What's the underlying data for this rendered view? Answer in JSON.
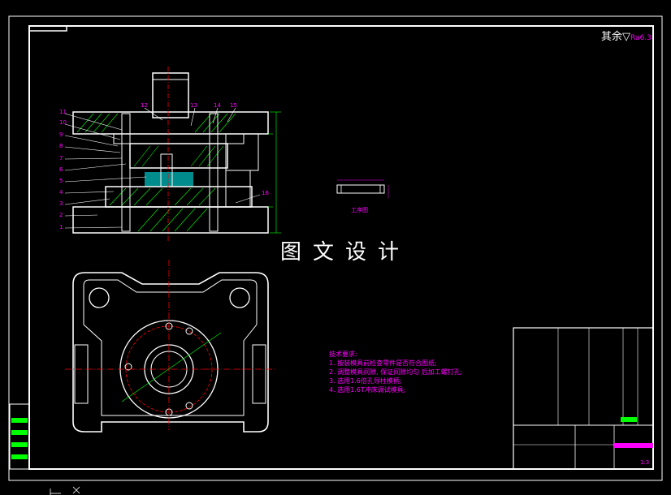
{
  "watermark": "图文设计",
  "roughness": {
    "prefix": "其余",
    "symbol": "▽",
    "value": "Ra6.3"
  },
  "work_label": "工序图",
  "tech_requirements": {
    "title": "技术要求:",
    "items": [
      "1. 按装模具前检查零件是否符合图纸;",
      "2. 调整模具间隙, 保证间隙均匀 后加工螺钉孔;",
      "3. 选用1.6倍孔导柱模柄;",
      "4. 选用1.6T冲床调试模具;"
    ]
  },
  "part_numbers": {
    "left": [
      "11",
      "10",
      "9",
      "8",
      "7",
      "6",
      "5",
      "4",
      "3",
      "2",
      "1"
    ],
    "top": [
      "12",
      "13",
      "14",
      "15"
    ],
    "right": [
      "16"
    ]
  },
  "title_block": {
    "scale": "1:3"
  },
  "colors": {
    "frame": "#ffffff",
    "red": "#ff0000",
    "magenta": "#ff00ff",
    "green": "#00ff00",
    "cyan": "#00ffff",
    "yellow": "#ffff00",
    "blue": "#0000ff"
  }
}
